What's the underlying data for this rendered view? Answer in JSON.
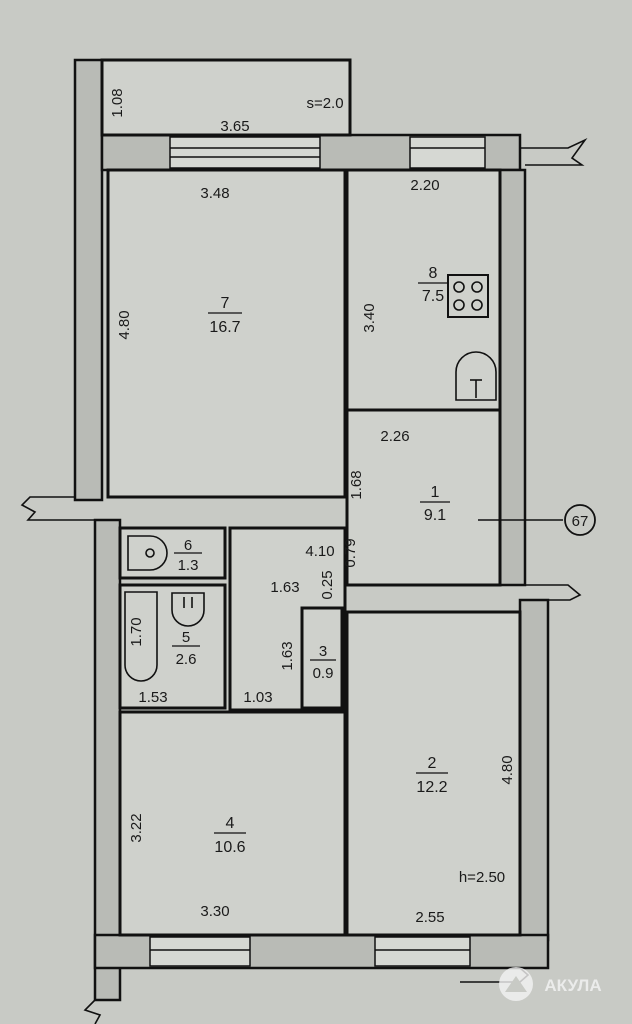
{
  "balcony": {
    "dim_depth": "1.08",
    "dim_width": "3.65",
    "area": "s=2.0"
  },
  "rooms": [
    {
      "number": "7",
      "area": "16.7",
      "dims": [
        "3.48",
        "4.80"
      ]
    },
    {
      "number": "8",
      "area": "7.5",
      "dims": [
        "2.20",
        "3.40"
      ]
    },
    {
      "number": "1",
      "area": "9.1",
      "dims": [
        "2.26",
        "1.68"
      ]
    },
    {
      "number": "6",
      "area": "1.3",
      "dims": []
    },
    {
      "number": "5",
      "area": "2.6",
      "dims": [
        "1.70",
        "1.53"
      ]
    },
    {
      "number": "3",
      "area": "0.9",
      "dims": [
        "1.63"
      ]
    },
    {
      "number": "4",
      "area": "10.6",
      "dims": [
        "3.22",
        "3.30"
      ]
    },
    {
      "number": "2",
      "area": "12.2",
      "dims": [
        "4.80",
        "2.55"
      ]
    }
  ],
  "corridor": {
    "dims": [
      "4.10",
      "0.79",
      "0.25",
      "1.63",
      "1.03"
    ]
  },
  "ceiling_height": "h=2.50",
  "apartment_number": "67",
  "watermark": "АКУЛА",
  "colors": {
    "paper": "#c8cac5",
    "wall": "#b9bbb6",
    "line": "#111111"
  }
}
